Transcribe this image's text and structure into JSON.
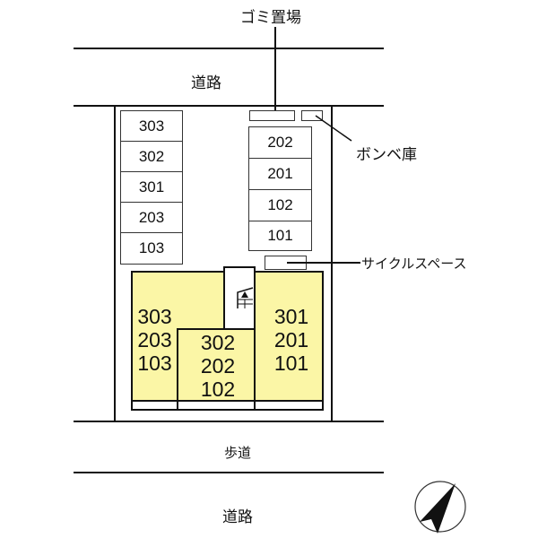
{
  "labels": {
    "garbage": "ゴミ置場",
    "road_top": "道路",
    "gas_storage": "ボンベ庫",
    "bicycle_space": "サイクルスペース",
    "sidewalk": "歩道",
    "road_bottom": "道路"
  },
  "parking_left": [
    "303",
    "302",
    "301",
    "203",
    "103"
  ],
  "parking_right": [
    "202",
    "201",
    "102",
    "101"
  ],
  "buildings": {
    "west": [
      "303",
      "203",
      "103"
    ],
    "center": [
      "302",
      "202",
      "102"
    ],
    "east": [
      "301",
      "201",
      "101"
    ]
  },
  "colors": {
    "building_fill": "#fbf6a6",
    "line": "#111111"
  },
  "compass": {
    "icon": "north-arrow-icon"
  }
}
